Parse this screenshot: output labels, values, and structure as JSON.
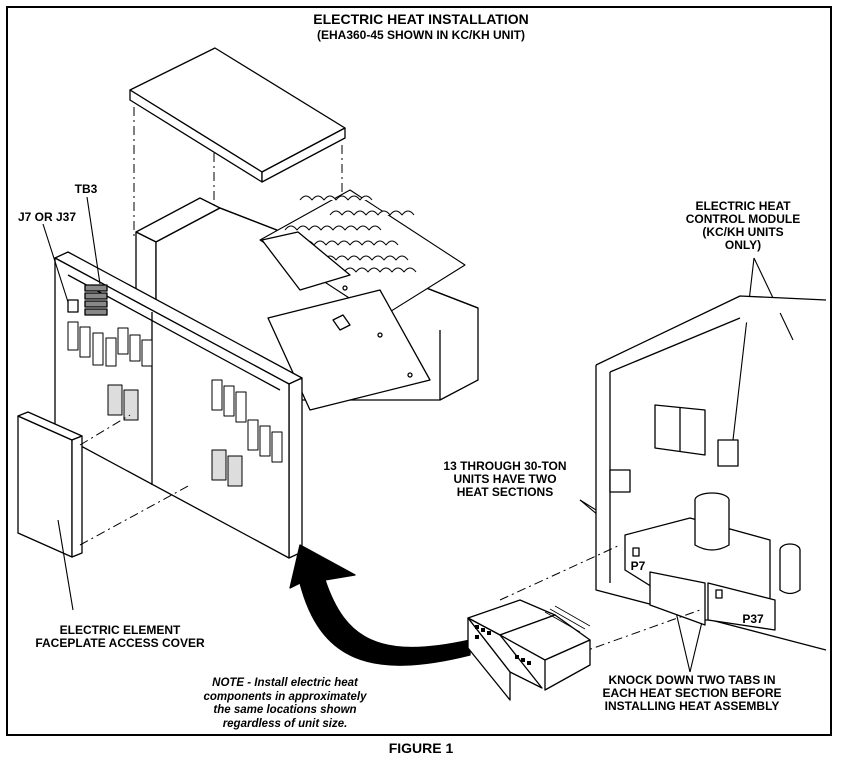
{
  "title": "ELECTRIC HEAT INSTALLATION",
  "subtitle": "(EHA360-45 SHOWN IN KC/KH UNIT)",
  "labels": {
    "tb3": "TB3",
    "j7": "J7 OR J37",
    "control_module": [
      "ELECTRIC HEAT",
      "CONTROL MODULE",
      "(KC/KH UNITS",
      "ONLY)"
    ],
    "heat_sections": [
      "13 THROUGH 30-TON",
      "UNITS HAVE TWO",
      "HEAT SECTIONS"
    ],
    "p7": "P7",
    "p37": "P37",
    "faceplate": [
      "ELECTRIC ELEMENT",
      "FACEPLATE ACCESS COVER"
    ],
    "knock_down": [
      "KNOCK DOWN TWO TABS IN",
      "EACH HEAT SECTION BEFORE",
      "INSTALLING HEAT ASSEMBLY"
    ]
  },
  "note": [
    "NOTE - Install electric heat",
    "components in approximately",
    "the same locations shown",
    "regardless of unit size."
  ],
  "figure": "FIGURE 1"
}
